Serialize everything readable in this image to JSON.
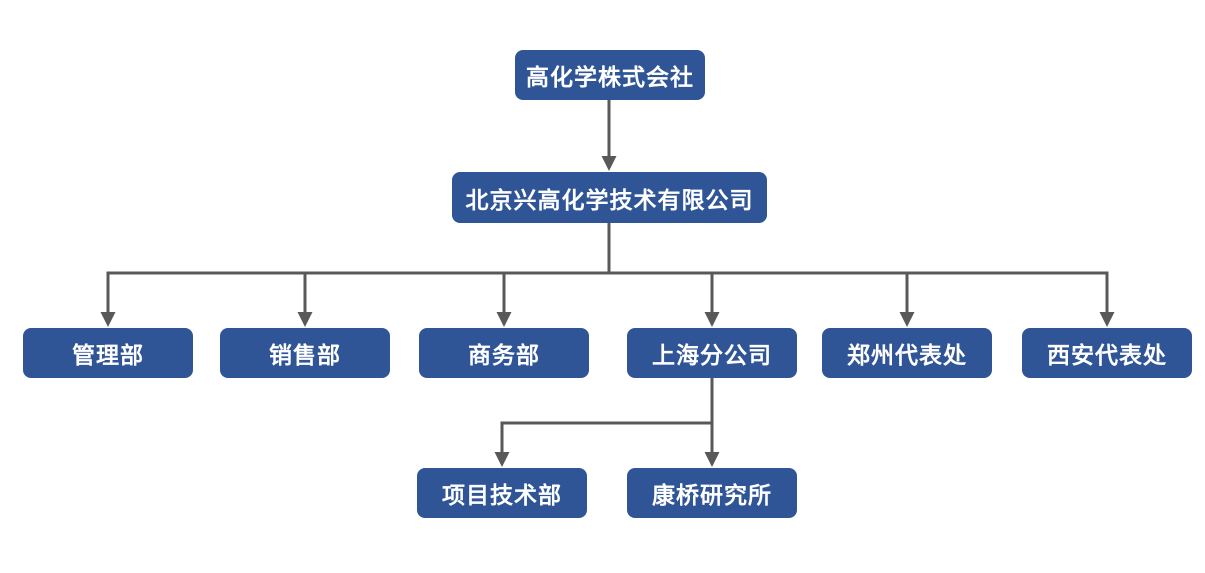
{
  "colors": {
    "node-fill": "#2F5597",
    "node-text": "#FFFFFF",
    "connector": "#595959",
    "background": "#FFFFFF"
  },
  "org": {
    "label": "高化学株式会社",
    "children": [
      {
        "label": "北京兴高化学技术有限公司",
        "children": [
          {
            "label": "管理部"
          },
          {
            "label": "销售部"
          },
          {
            "label": "商务部"
          },
          {
            "label": "上海分公司",
            "children": [
              {
                "label": "项目技术部"
              },
              {
                "label": "康桥研究所"
              }
            ]
          },
          {
            "label": "郑州代表处"
          },
          {
            "label": "西安代表处"
          }
        ]
      }
    ]
  }
}
